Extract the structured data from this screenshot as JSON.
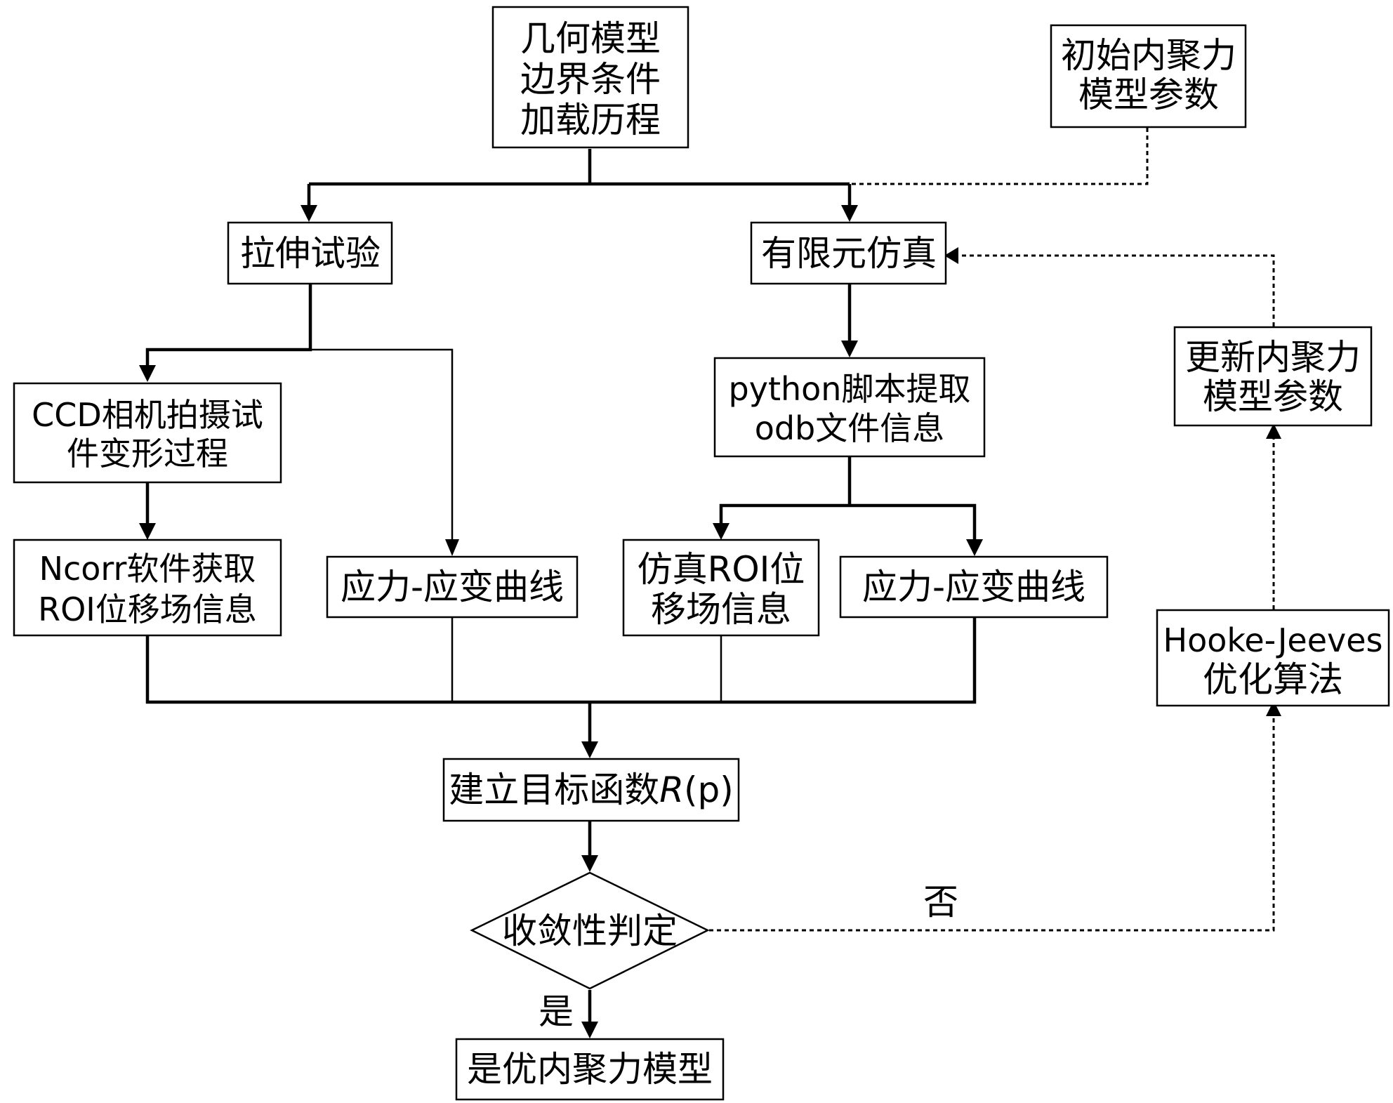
{
  "nodes": {
    "geometry": {
      "lines": [
        "几何模型",
        "边界条件",
        "加载历程"
      ]
    },
    "initial_params": {
      "lines": [
        "初始内聚力",
        "模型参数"
      ]
    },
    "tensile_test": {
      "text": "拉伸试验"
    },
    "fe_sim": {
      "text": "有限元仿真"
    },
    "ccd": {
      "lines": [
        "CCD相机拍摄试",
        "件变形过程"
      ]
    },
    "python": {
      "lines": [
        "python脚本提取",
        "odb文件信息"
      ]
    },
    "update_params": {
      "lines": [
        "更新内聚力",
        "模型参数"
      ]
    },
    "ncorr": {
      "lines": [
        "Ncorr软件获取",
        "ROI位移场信息"
      ]
    },
    "stress_strain_exp": {
      "text": "应力-应变曲线"
    },
    "sim_roi": {
      "lines": [
        "仿真ROI位",
        "移场信息"
      ]
    },
    "stress_strain_sim": {
      "text": "应力-应变曲线"
    },
    "hooke_jeeves": {
      "lines": [
        "Hooke-Jeeves",
        "优化算法"
      ]
    },
    "objective": {
      "text": "建立目标函数",
      "symbol": "R",
      "symbol_arg": "(p)"
    },
    "convergence": {
      "text": "收敛性判定"
    },
    "optimal_model": {
      "text": "是优内聚力模型"
    }
  },
  "edge_labels": {
    "no": "否",
    "yes": "是"
  }
}
